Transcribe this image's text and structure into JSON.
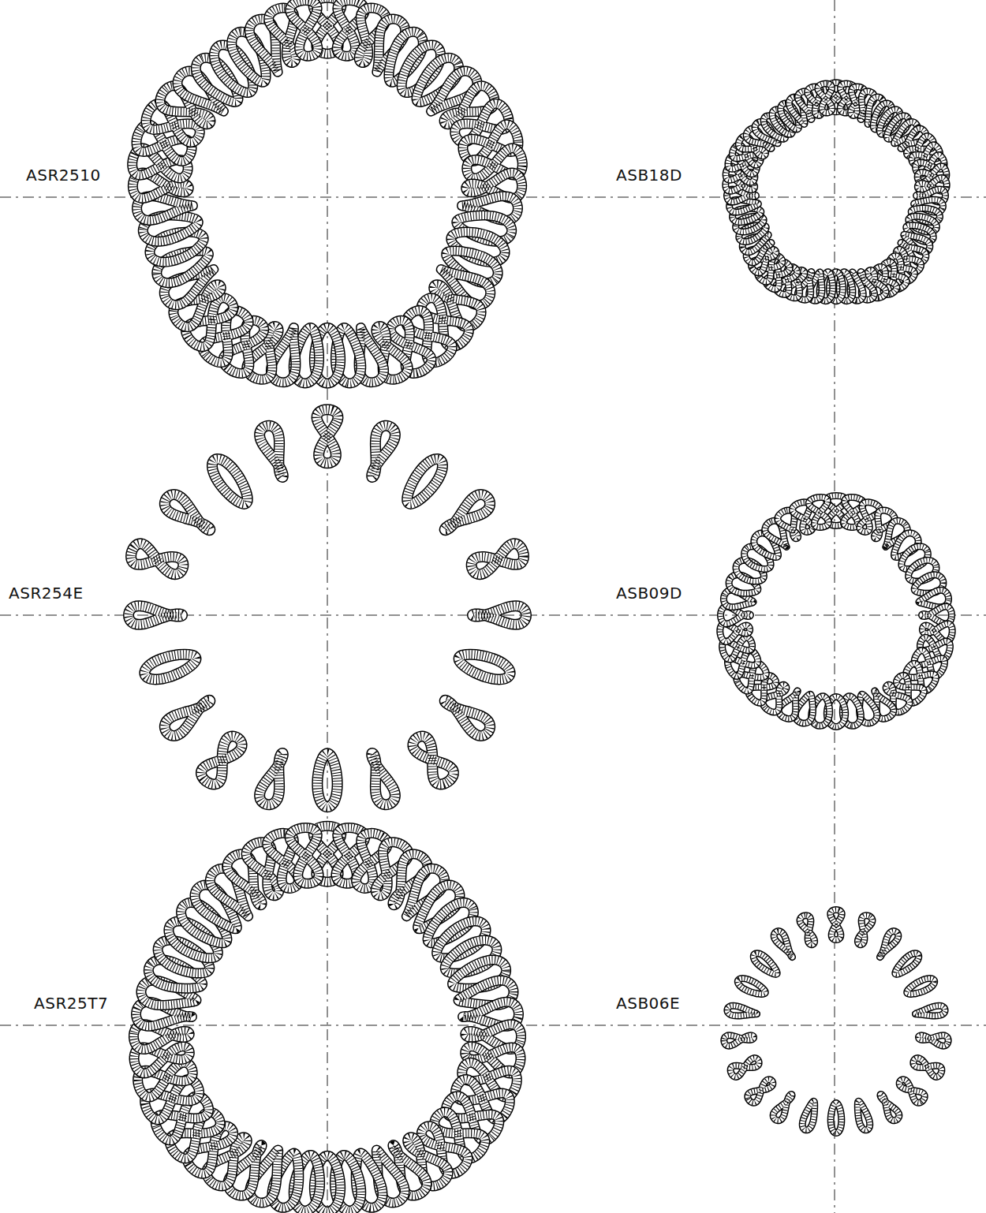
{
  "diagram": {
    "labels": [
      "ASR2510",
      "ASB18D",
      "ASR254E",
      "ASB09D",
      "ASR25T7",
      "ASB06E"
    ]
  }
}
